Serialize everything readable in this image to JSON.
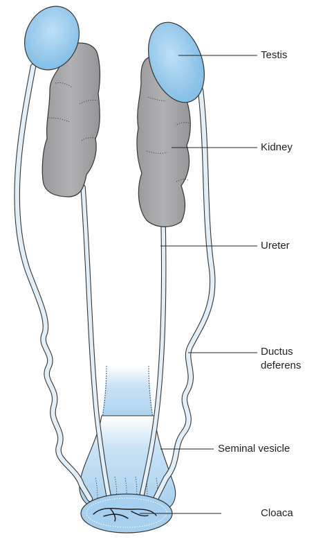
{
  "labels": {
    "testis": "Testis",
    "kidney": "Kidney",
    "ureter": "Ureter",
    "ductus_line1": "Ductus",
    "ductus_line2": "deferens",
    "seminal_vesicle": "Seminal vesicle",
    "cloaca": "Cloaca"
  },
  "colors": {
    "testis_fill": "#8ec5ea",
    "kidney_fill": "#a4a4a7",
    "duct_fill": "#e3eff8",
    "vesicle_fill": "#a7d0ee",
    "outline": "#333333"
  }
}
